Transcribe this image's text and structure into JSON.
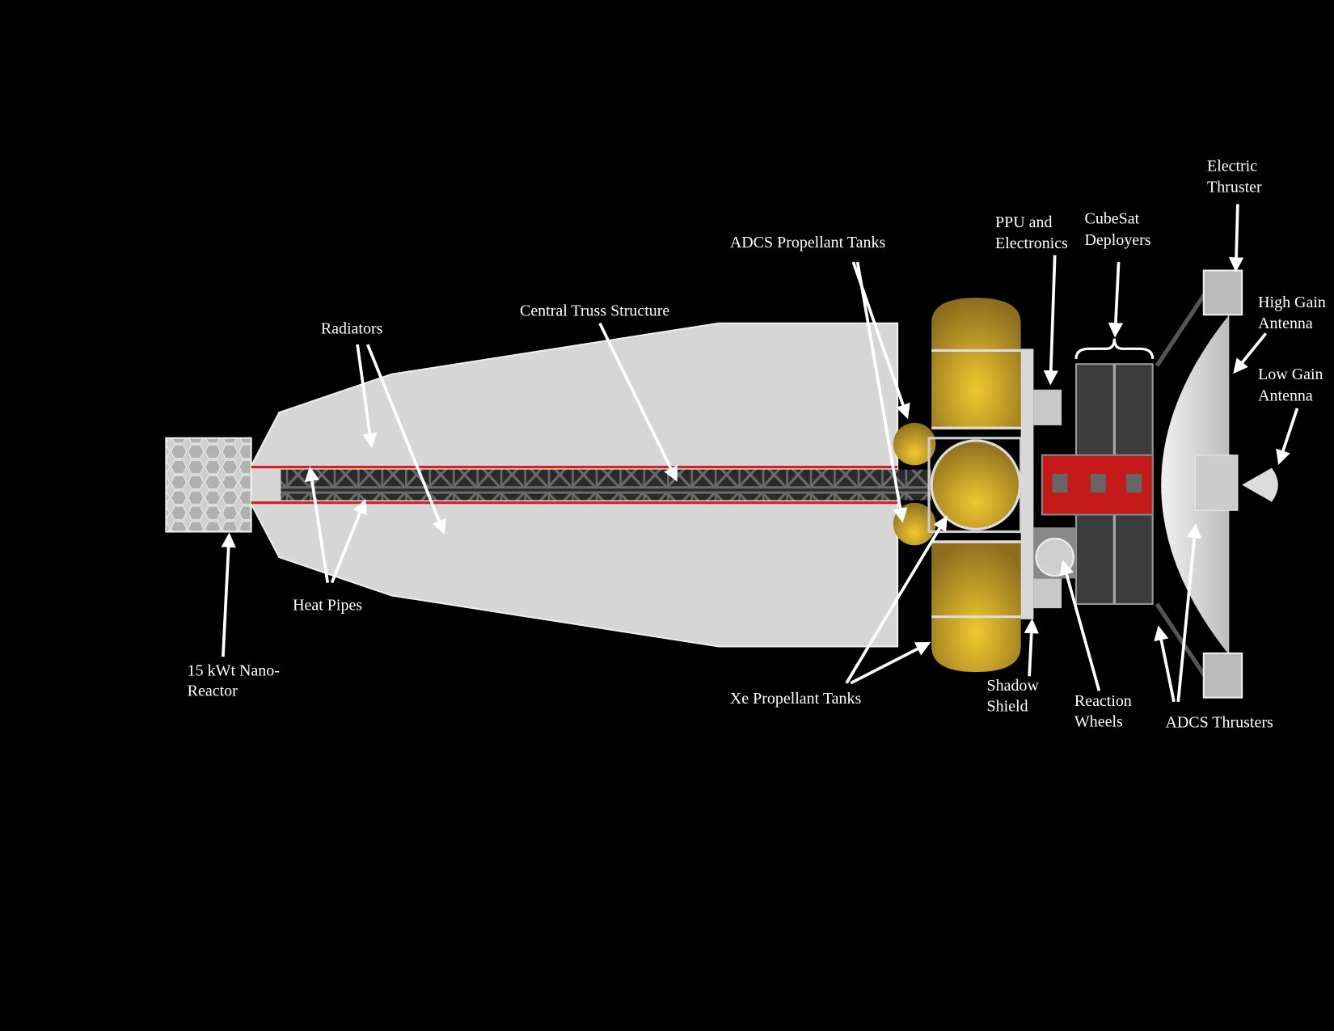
{
  "labels": {
    "reactor_1": "15 kWt Nano-",
    "reactor_2": "Reactor",
    "radiators": "Radiators",
    "heat_pipes": "Heat Pipes",
    "central_truss": "Central Truss Structure",
    "adcs_tanks": "ADCS Propellant Tanks",
    "xe_tanks": "Xe Propellant Tanks",
    "ppu_1": "PPU and",
    "ppu_2": "Electronics",
    "cubesat_1": "CubeSat",
    "cubesat_2": "Deployers",
    "electric_thruster_1": "Electric",
    "electric_thruster_2": "Thruster",
    "high_gain_1": "High Gain",
    "high_gain_2": "Antenna",
    "low_gain_1": "Low Gain",
    "low_gain_2": "Antenna",
    "shadow_shield_1": "Shadow",
    "shadow_shield_2": "Shield",
    "reaction_wheels_1": "Reaction",
    "reaction_wheels_2": "Wheels",
    "adcs_thrusters": "ADCS Thrusters"
  },
  "colors": {
    "background": "#000000",
    "radiator": "#d6d6d6",
    "truss": "#3a3a3a",
    "heat_pipe": "#d02020",
    "tank_gold": "#b8962e",
    "module_red": "#c41a1a"
  }
}
